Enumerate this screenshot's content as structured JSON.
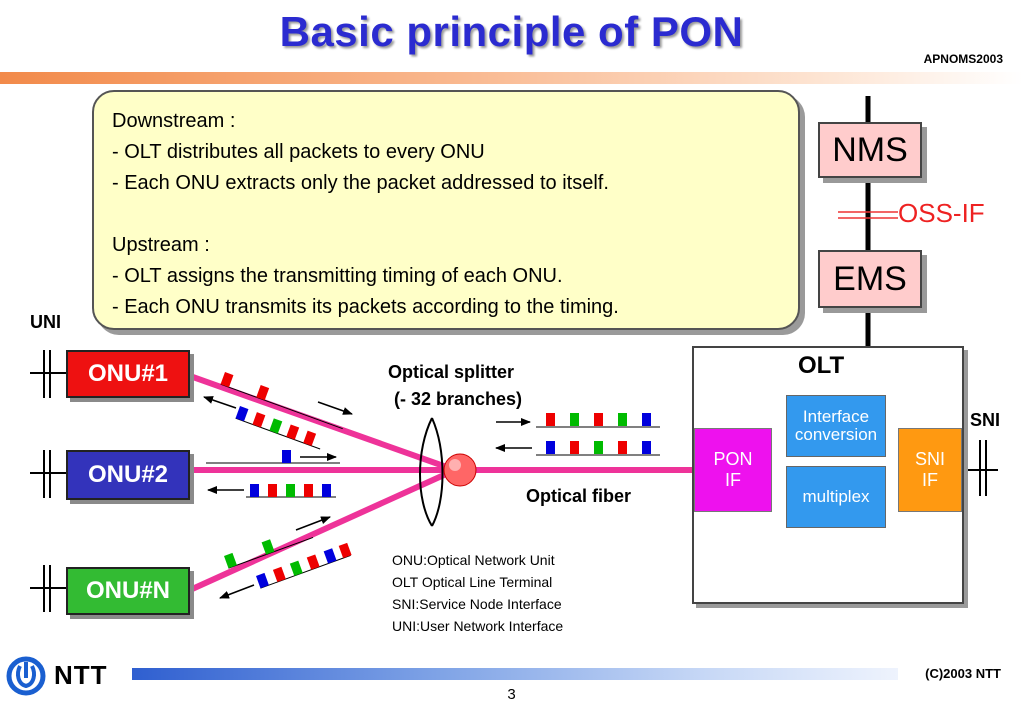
{
  "header": {
    "title": "Basic principle of PON",
    "conference": "APNOMS2003"
  },
  "callout": {
    "downstream_heading": "Downstream :",
    "downstream_1": "- OLT distributes all packets to every ONU",
    "downstream_2": "- Each ONU extracts only the packet addressed to itself.",
    "upstream_heading": "Upstream :",
    "upstream_1": "- OLT assigns the transmitting timing of each ONU.",
    "upstream_2": "- Each ONU transmits its packets according to the timing."
  },
  "labels": {
    "uni": "UNI",
    "sni": "SNI",
    "splitter": "Optical splitter",
    "branches": "(- 32 branches)",
    "fiber": "Optical fiber",
    "oss_if": "OSS-IF"
  },
  "onus": [
    {
      "label": "ONU#1",
      "color": "#ee1111"
    },
    {
      "label": "ONU#2",
      "color": "#3333bb"
    },
    {
      "label": "ONU#N",
      "color": "#33bb33"
    }
  ],
  "mgmt": {
    "nms": "NMS",
    "ems": "EMS"
  },
  "olt": {
    "title": "OLT",
    "pon_if_1": "PON",
    "pon_if_2": "IF",
    "interface_1": "Interface",
    "interface_2": "conversion",
    "multiplex": "multiplex",
    "sni_if_1": "SNI",
    "sni_if_2": "IF"
  },
  "glossary": [
    "ONU:Optical Network Unit",
    "OLT Optical Line Terminal",
    "SNI:Service Node Interface",
    "UNI:User Network Interface"
  ],
  "footer": {
    "logo_text": "NTT",
    "copyright": "(C)2003 NTT",
    "page": "3"
  },
  "colors": {
    "fiber": "#ee3399",
    "red_packet": "#ee0000",
    "green_packet": "#00bb00",
    "blue_packet": "#0000dd",
    "accent_title": "#2b2bd0"
  }
}
